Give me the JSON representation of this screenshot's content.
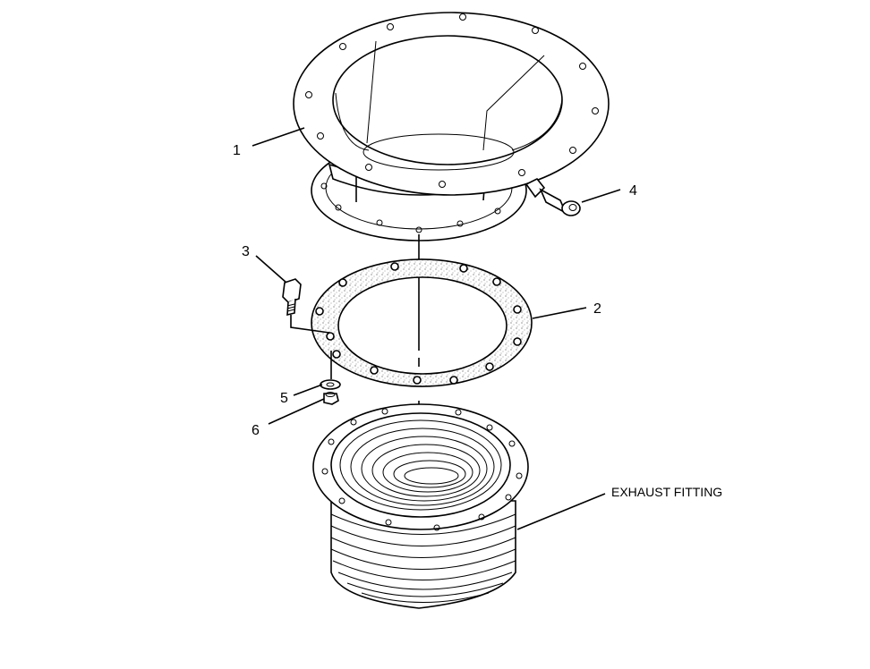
{
  "callouts": {
    "c1": "1",
    "c2": "2",
    "c3": "3",
    "c4": "4",
    "c5": "5",
    "c6": "6",
    "exhaust": "EXHAUST FITTING"
  },
  "colors": {
    "ink": "#000000",
    "paper": "#ffffff",
    "gasket_fill": "#eeeeee"
  }
}
